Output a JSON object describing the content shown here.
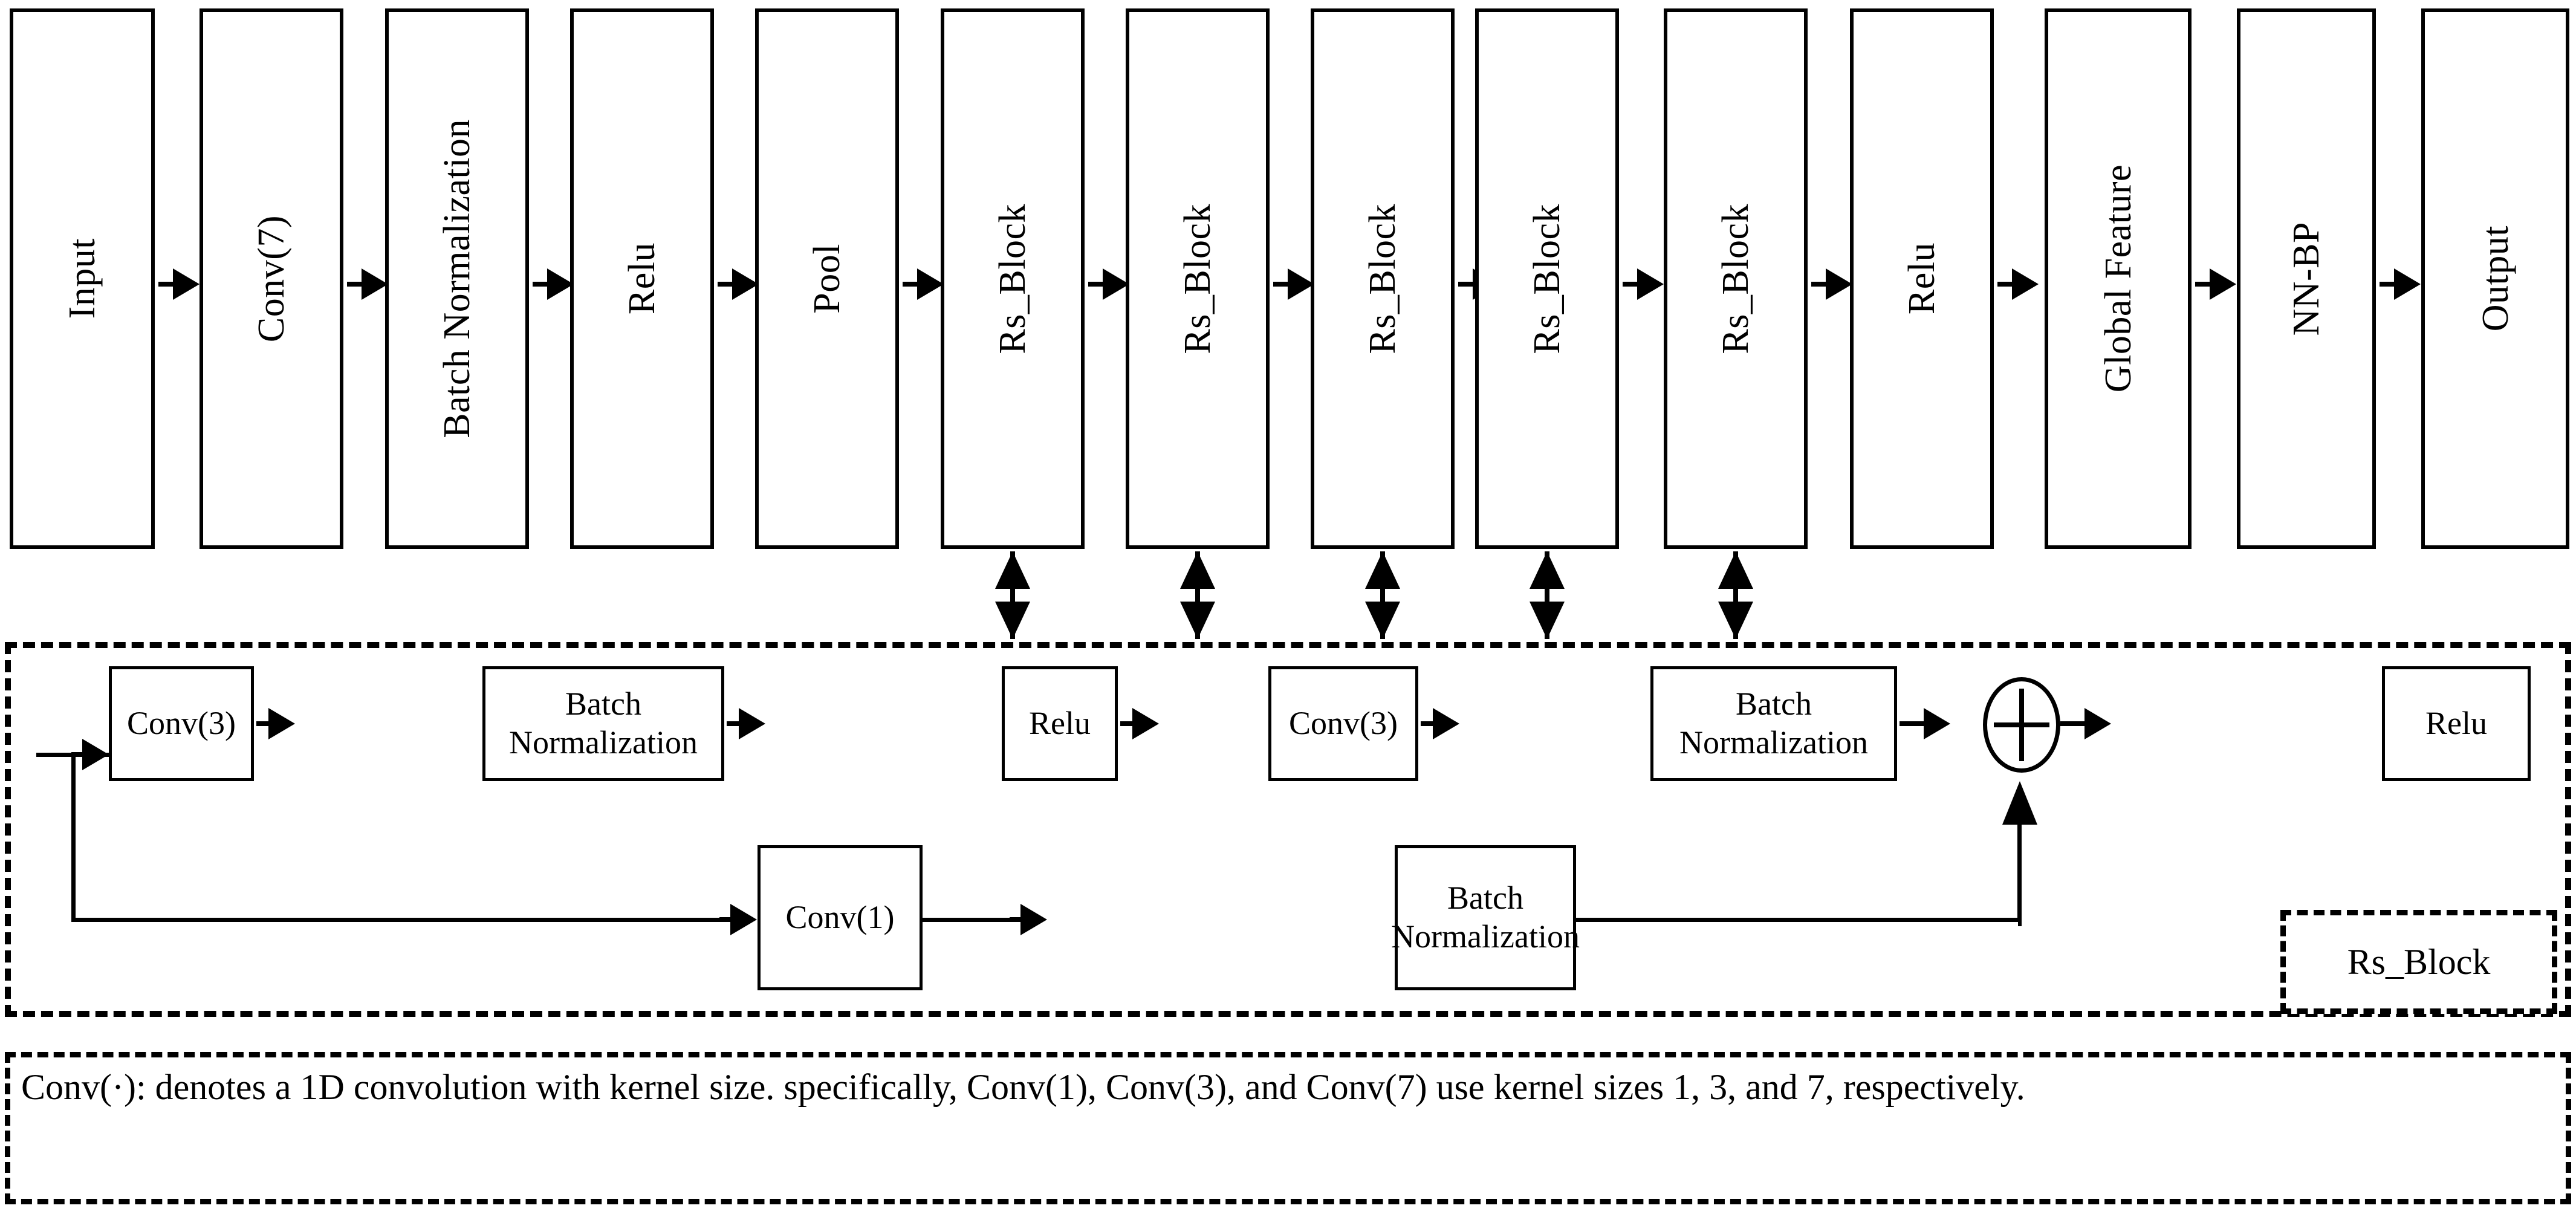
{
  "diagram": {
    "title": "1D ResNet architecture with Rs_Block detail",
    "stroke_color": "#000000",
    "background_color": "#ffffff"
  },
  "pipeline": {
    "name": "main-pipeline",
    "boxes": [
      {
        "id": "input",
        "label": "Input"
      },
      {
        "id": "conv7",
        "label": "Conv(7)"
      },
      {
        "id": "batch-norm",
        "label": "Batch Normalization"
      },
      {
        "id": "relu-1",
        "label": "Relu"
      },
      {
        "id": "pool",
        "label": "Pool"
      },
      {
        "id": "rs-block-1",
        "label": "Rs_Block"
      },
      {
        "id": "rs-block-2",
        "label": "Rs_Block"
      },
      {
        "id": "rs-block-3",
        "label": "Rs_Block"
      },
      {
        "id": "rs-block-4",
        "label": "Rs_Block"
      },
      {
        "id": "rs-block-5",
        "label": "Rs_Block"
      },
      {
        "id": "relu-2",
        "label": "Relu"
      },
      {
        "id": "global-feature",
        "label": "Global Feature"
      },
      {
        "id": "nn-bp",
        "label": "NN-BP"
      },
      {
        "id": "output",
        "label": "Output"
      }
    ],
    "connector_icon": "right-arrow-icon",
    "expand_connector_icon": "double-arrow-vertical-icon",
    "expand_connector_count": 5
  },
  "rs_block": {
    "name": "rs-block-detail",
    "tag_label": "Rs_Block",
    "main_branch": [
      {
        "id": "conv3-a",
        "label": "Conv(3)"
      },
      {
        "id": "batchnorm-a",
        "label": "Batch\nNormalization"
      },
      {
        "id": "relu-a",
        "label": "Relu"
      },
      {
        "id": "conv3-b",
        "label": "Conv(3)"
      },
      {
        "id": "batchnorm-b",
        "label": "Batch\nNormalization"
      }
    ],
    "merge_node": {
      "id": "add-node",
      "symbol": "+",
      "icon": "circle-plus-icon"
    },
    "after_merge": {
      "id": "relu-out",
      "label": "Relu"
    },
    "shortcut_branch": [
      {
        "id": "conv1",
        "label": "Conv(1)"
      },
      {
        "id": "batchnorm-c",
        "label": "Batch\nNormalization"
      }
    ]
  },
  "caption": {
    "name": "legend-note",
    "text": "Conv(·): denotes a 1D convolution with kernel size. specifically, Conv(1), Conv(3), and Conv(7) use kernel sizes 1, 3, and 7, respectively."
  }
}
